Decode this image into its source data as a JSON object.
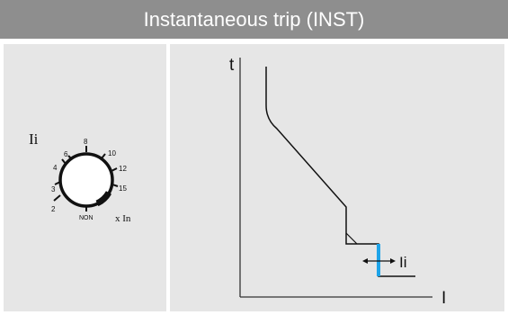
{
  "title": "Instantaneous trip (INST)",
  "dial": {
    "label": "Ii",
    "scale_labels": [
      "2",
      "3",
      "4",
      "6",
      "8",
      "10",
      "12",
      "15",
      "NON"
    ],
    "unit": "x In"
  },
  "graph": {
    "y_axis_label": "t",
    "x_axis_label": "I",
    "marker_label": "Ii"
  },
  "colors": {
    "header_bg": "#8e8e8e",
    "panel_bg": "#e6e6e6",
    "accent_blue": "#1ea4e9"
  },
  "icons": [
    "rotary-dial-icon",
    "double-arrow-icon"
  ]
}
